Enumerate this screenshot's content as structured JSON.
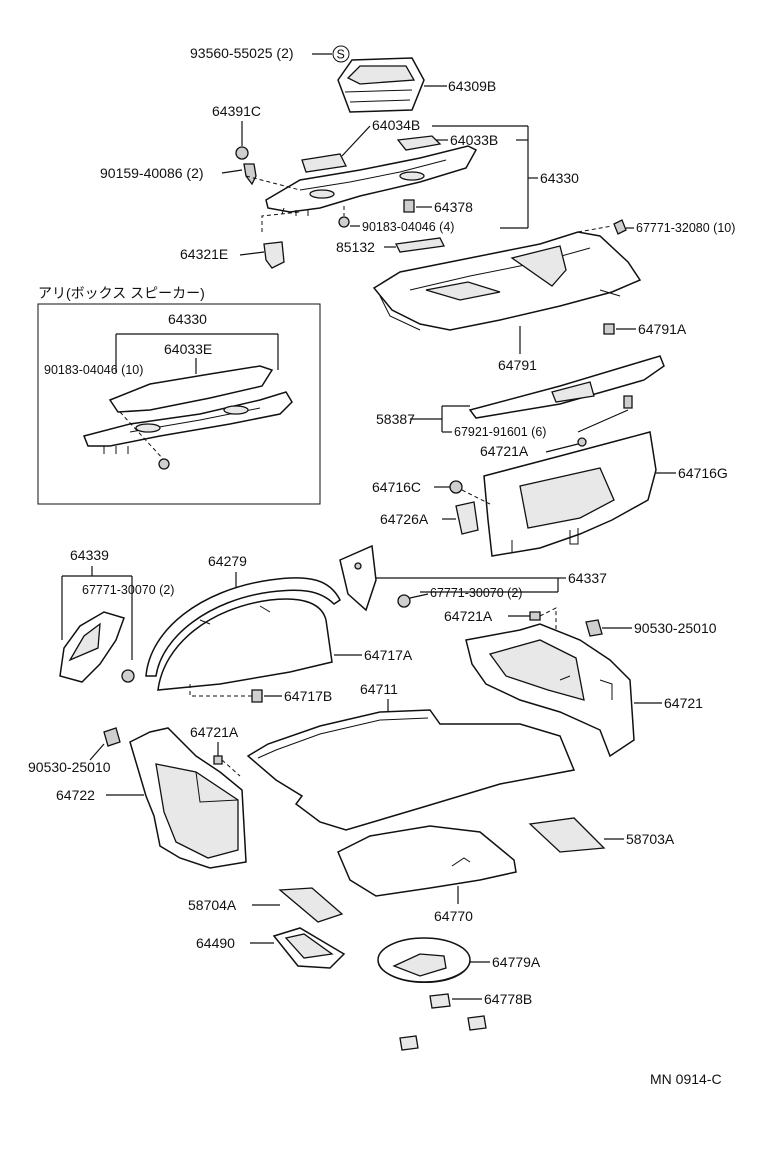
{
  "labels": {
    "p93560": "93560-55025 (2)",
    "s_mark": "S",
    "p64309B": "64309B",
    "p64391C": "64391C",
    "p64034B": "64034B",
    "p64033B": "64033B",
    "p90159": "90159-40086 (2)",
    "p64330": "64330",
    "p64378": "64378",
    "p90183a": "90183-04046 (4)",
    "p64321E": "64321E",
    "p85132": "85132",
    "p67771_32080": "67771-32080 (10)",
    "box_title": "アリ(ボックス スピーカー)",
    "box_64330": "64330",
    "box_64033E": "64033E",
    "box_90183": "90183-04046 (10)",
    "p64791A": "64791A",
    "p64791": "64791",
    "p58387": "58387",
    "p67921": "67921-91601 (6)",
    "p64721A_1": "64721A",
    "p64716G": "64716G",
    "p64716C": "64716C",
    "p64726A": "64726A",
    "p64339": "64339",
    "p67771_30070_a": "67771-30070 (2)",
    "p64279": "64279",
    "p64337": "64337",
    "p67771_30070_b": "67771-30070 (2)",
    "p64721A_2": "64721A",
    "p90530_a": "90530-25010",
    "p64717A": "64717A",
    "p64717B": "64717B",
    "p64711": "64711",
    "p64721": "64721",
    "p64721A_3": "64721A",
    "p90530_b": "90530-25010",
    "p64722": "64722",
    "p58703A": "58703A",
    "p58704A": "58704A",
    "p64770": "64770",
    "p64490": "64490",
    "p64779A": "64779A",
    "p64778B": "64778B",
    "code": "MN 0914-C"
  }
}
